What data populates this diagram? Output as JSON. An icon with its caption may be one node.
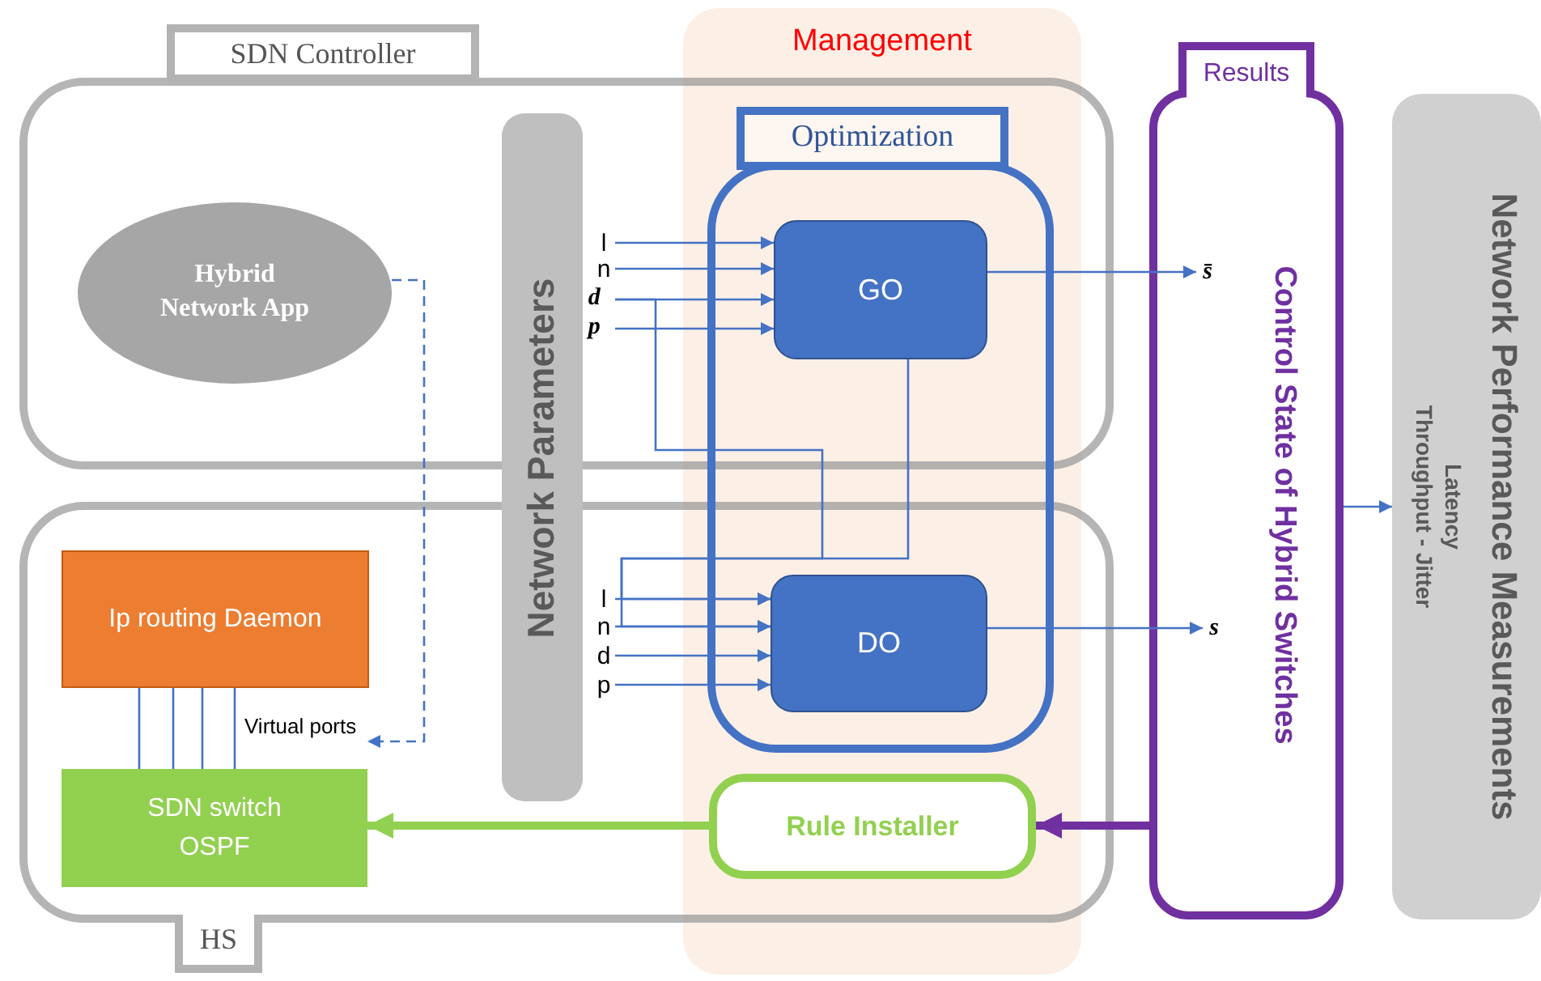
{
  "diagram": {
    "nodes": [
      {
        "text": [
          "SDN Controller"
        ]
      },
      {
        "text": [
          "HS"
        ]
      },
      {
        "text": [
          "Hybrid Network App"
        ],
        "in": 0
      },
      {
        "text": [
          "Network Parameters"
        ]
      },
      {
        "text": [
          "GO"
        ],
        "in": 0
      },
      {
        "text": [
          "DO"
        ],
        "in": 1
      },
      {
        "text": [
          "Ip routing Daemon"
        ],
        "in": 1
      },
      {
        "text": [
          "SDN switch OSPF"
        ],
        "in": 1
      },
      {
        "text": [
          "Rule Installer"
        ],
        "in": 1
      },
      {
        "text": [
          "Results",
          "Control State of Hybrid Switches"
        ]
      },
      {
        "text": [
          "Network Performance Measurements",
          "Latency",
          "Throughput - Jitter"
        ]
      },
      {
        "text": [
          "l"
        ],
        "in": 0
      },
      {
        "text": [
          "n"
        ],
        "in": 0
      },
      {
        "text": [
          "d⃗"
        ],
        "in": 0
      },
      {
        "text": [
          "p⃗"
        ],
        "in": 0
      },
      {
        "text": [
          "l"
        ],
        "in": 1
      },
      {
        "text": [
          "n"
        ],
        "in": 1
      },
      {
        "text": [
          "d"
        ],
        "in": 1
      },
      {
        "text": [
          "p"
        ],
        "in": 1
      },
      {
        "text": [
          "s̄"
        ],
        "in": 9
      },
      {
        "text": [
          "s"
        ],
        "in": 9
      }
    ],
    "edges": [
      {
        "from": 11,
        "to": 4,
        "arrow": "to"
      },
      {
        "from": 12,
        "to": 4,
        "arrow": "to"
      },
      {
        "from": 13,
        "to": 4,
        "arrow": "to"
      },
      {
        "from": 14,
        "to": 4,
        "arrow": "to"
      },
      {
        "from": 15,
        "to": 5,
        "arrow": "to"
      },
      {
        "from": 16,
        "to": 5,
        "arrow": "to"
      },
      {
        "from": 17,
        "to": 5,
        "arrow": "to"
      },
      {
        "from": 18,
        "to": 5,
        "arrow": "to"
      },
      {
        "from": 4,
        "to": 5,
        "arrow": "to"
      },
      {
        "from": 13,
        "to": 5,
        "arrow": "to"
      },
      {
        "from": 4,
        "to": 19,
        "arrow": "to"
      },
      {
        "from": 5,
        "to": 20,
        "arrow": "to"
      },
      {
        "from": 2,
        "to": 7,
        "arrow": "to",
        "style": "dashed"
      },
      {
        "from": 6,
        "to": 7,
        "arrow": "none"
      },
      {
        "from": 6,
        "to": 7,
        "arrow": "none"
      },
      {
        "from": 6,
        "to": 7,
        "arrow": "none"
      },
      {
        "from": 6,
        "to": 7,
        "arrow": "none",
        "label": "Virtual ports"
      },
      {
        "from": 8,
        "to": 7,
        "arrow": "to",
        "style": "thick",
        "color": "#92d050"
      },
      {
        "from": 9,
        "to": 8,
        "arrow": "to",
        "style": "thick",
        "color": "#7030a0"
      },
      {
        "from": 9,
        "to": 10,
        "arrow": "to"
      }
    ],
    "labels": [
      "Management",
      "Optimization"
    ]
  }
}
